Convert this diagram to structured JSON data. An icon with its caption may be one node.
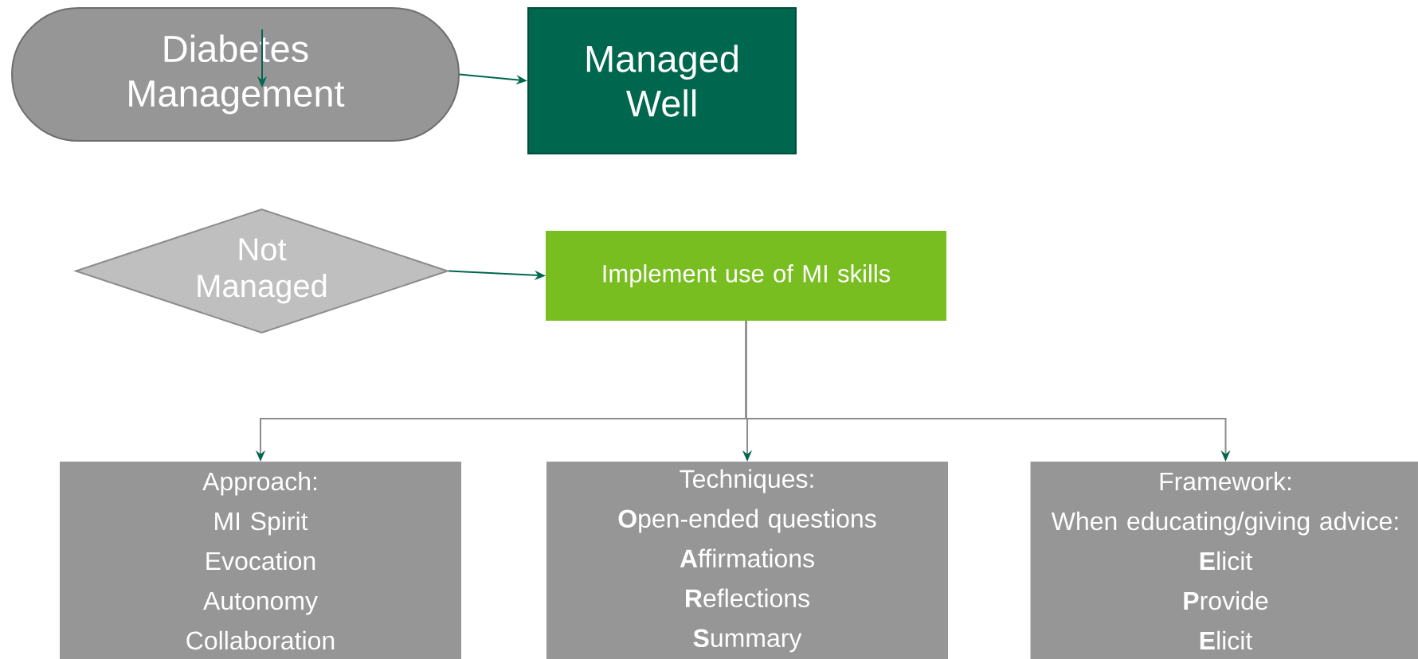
{
  "diagram": {
    "nodes": [
      {
        "text": [
          "Diabetes Management"
        ]
      },
      {
        "text": [
          "Managed Well"
        ]
      },
      {
        "text": [
          "Not Managed"
        ]
      },
      {
        "text": [
          "Implement use of MI skills"
        ]
      },
      {
        "text": [
          "Approach:",
          "MI Spirit",
          "Evocation",
          "Autonomy",
          "Collaboration"
        ]
      },
      {
        "text": [
          "Techniques:",
          "**O**pen-ended questions",
          "**A**ffirmations",
          "**R**eflections",
          "**S**ummary"
        ]
      },
      {
        "text": [
          "Framework:",
          "When educating/giving advice:",
          "**E**licit",
          "**P**rovide",
          "**E**licit"
        ]
      }
    ],
    "edges": [
      {
        "from": 0,
        "to": 1,
        "arrow": "to",
        "color": "#00674f"
      },
      {
        "from": 2,
        "to": 3,
        "arrow": "to",
        "color": "#00674f"
      },
      {
        "from": 3,
        "to": 4,
        "arrow": "to",
        "color": "#8c8c8c"
      },
      {
        "from": 3,
        "to": 5,
        "arrow": "to",
        "color": "#8c8c8c"
      },
      {
        "from": 3,
        "to": 6,
        "arrow": "to",
        "color": "#8c8c8c"
      }
    ]
  }
}
